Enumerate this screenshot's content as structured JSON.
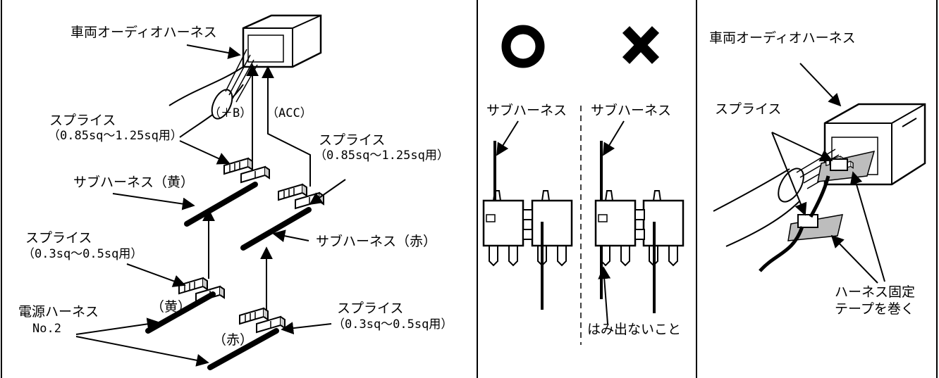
{
  "panel1": {
    "car_harness": "車両オーディオハーネス",
    "plus_b": "（＋B）",
    "acc": "（ACC）",
    "splice_top_left": {
      "name": "スプライス",
      "spec": "（0.85sq〜1.25sq用）"
    },
    "splice_top_right": {
      "name": "スプライス",
      "spec": "（0.85sq〜1.25sq用）"
    },
    "sub_harness_yellow": "サブハーネス（黄）",
    "sub_harness_red": "サブハーネス（赤）",
    "splice_bottom_left": {
      "name": "スプライス",
      "spec": "（0.3sq〜0.5sq用）"
    },
    "splice_bottom_right": {
      "name": "スプライス",
      "spec": "（0.3sq〜0.5sq用）"
    },
    "power_harness": {
      "line1": "電源ハーネス",
      "line2": "No.2"
    },
    "yellow_mark": "（黄）",
    "red_mark": "（赤）"
  },
  "panel2": {
    "good_sub_harness": "サブハーネス",
    "bad_sub_harness": "サブハーネス",
    "note": "はみ出ないこと"
  },
  "panel3": {
    "car_harness": "車両オーディオハーネス",
    "splice": "スプライス",
    "tape_line1": "ハーネス固定",
    "tape_line2": "テープを巻く"
  }
}
